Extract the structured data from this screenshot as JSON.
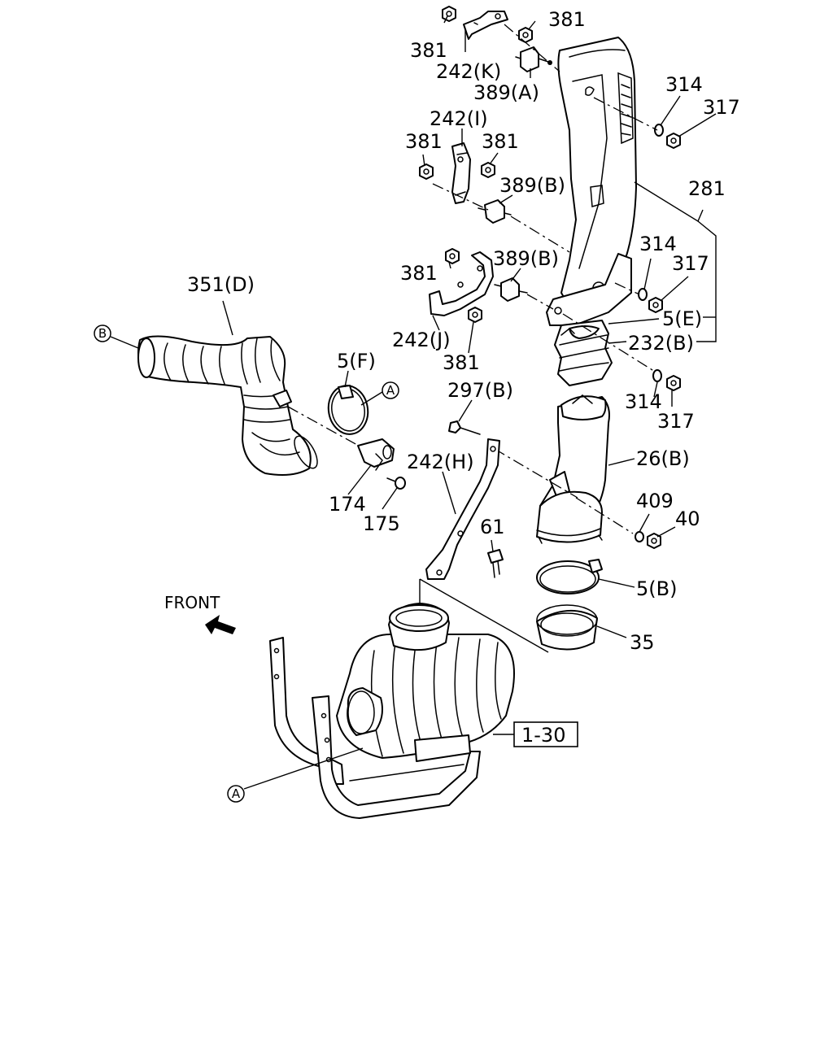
{
  "labels": {
    "l_381_top_r": "381",
    "l_381_top_l": "381",
    "l_242k": "242(K)",
    "l_389a": "389(A)",
    "l_314_top": "314",
    "l_317_top": "317",
    "l_242i": "242(I)",
    "l_381_mid_l": "381",
    "l_381_mid_r": "381",
    "l_389b_1": "389(B)",
    "l_281": "281",
    "l_314_mid": "314",
    "l_317_mid": "317",
    "l_381_j": "381",
    "l_389b_2": "389(B)",
    "l_5e": "5(E)",
    "l_232b": "232(B)",
    "l_242j": "242(J)",
    "l_381_low": "381",
    "l_351d": "351(D)",
    "l_5f": "5(F)",
    "l_297b": "297(B)",
    "l_314_low": "314",
    "l_317_low": "317",
    "l_26b": "26(B)",
    "l_242h": "242(H)",
    "l_174": "174",
    "l_175": "175",
    "l_409": "409",
    "l_40": "40",
    "l_61": "61",
    "l_5b": "5(B)",
    "l_35": "35",
    "front": "FRONT",
    "ref_box": "1-30"
  },
  "callouts": {
    "a_top": "A",
    "a_bottom": "A",
    "b": "B"
  }
}
